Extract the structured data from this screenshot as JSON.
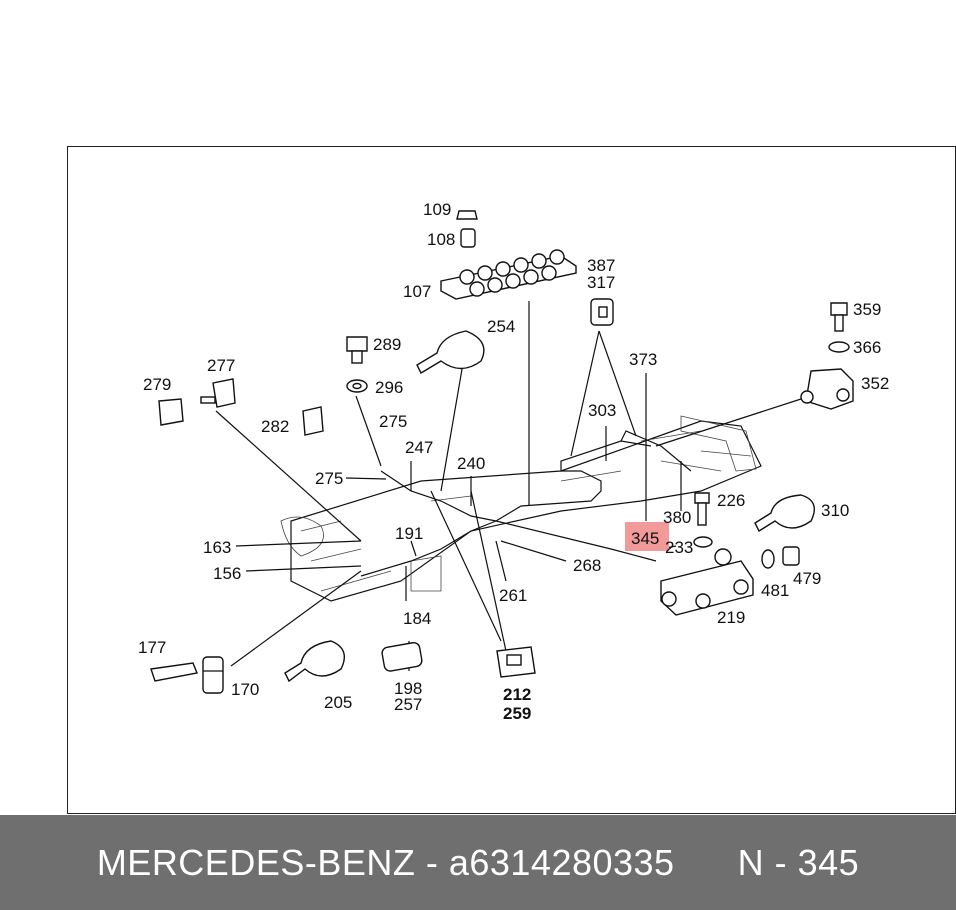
{
  "footer": {
    "brand": "MERCEDES-BENZ",
    "separator": " - ",
    "part_number": "a6314280335",
    "gap": "      ",
    "diagram_ref": "N - 345"
  },
  "highlight": {
    "label": "345",
    "color": "#f29a9a"
  },
  "callouts": [
    {
      "id": "109",
      "text": "109"
    },
    {
      "id": "108",
      "text": "108"
    },
    {
      "id": "107",
      "text": "107"
    },
    {
      "id": "387",
      "text": "387"
    },
    {
      "id": "317",
      "text": "317"
    },
    {
      "id": "254",
      "text": "254"
    },
    {
      "id": "359",
      "text": "359"
    },
    {
      "id": "366",
      "text": "366"
    },
    {
      "id": "352",
      "text": "352"
    },
    {
      "id": "373",
      "text": "373"
    },
    {
      "id": "289",
      "text": "289"
    },
    {
      "id": "296",
      "text": "296"
    },
    {
      "id": "277",
      "text": "277"
    },
    {
      "id": "279",
      "text": "279"
    },
    {
      "id": "282",
      "text": "282"
    },
    {
      "id": "275a",
      "text": "275"
    },
    {
      "id": "275b",
      "text": "275"
    },
    {
      "id": "247",
      "text": "247"
    },
    {
      "id": "240",
      "text": "240"
    },
    {
      "id": "303",
      "text": "303"
    },
    {
      "id": "226",
      "text": "226"
    },
    {
      "id": "310",
      "text": "310"
    },
    {
      "id": "380",
      "text": "380"
    },
    {
      "id": "233",
      "text": "233"
    },
    {
      "id": "163",
      "text": "163"
    },
    {
      "id": "191",
      "text": "191"
    },
    {
      "id": "156",
      "text": "156"
    },
    {
      "id": "268",
      "text": "268"
    },
    {
      "id": "261",
      "text": "261"
    },
    {
      "id": "481",
      "text": "481"
    },
    {
      "id": "479",
      "text": "479"
    },
    {
      "id": "219",
      "text": "219"
    },
    {
      "id": "184",
      "text": "184"
    },
    {
      "id": "177",
      "text": "177"
    },
    {
      "id": "170",
      "text": "170"
    },
    {
      "id": "205",
      "text": "205"
    },
    {
      "id": "198",
      "text": "198"
    },
    {
      "id": "257",
      "text": "257"
    },
    {
      "id": "212",
      "text": "212"
    },
    {
      "id": "259",
      "text": "259"
    }
  ]
}
